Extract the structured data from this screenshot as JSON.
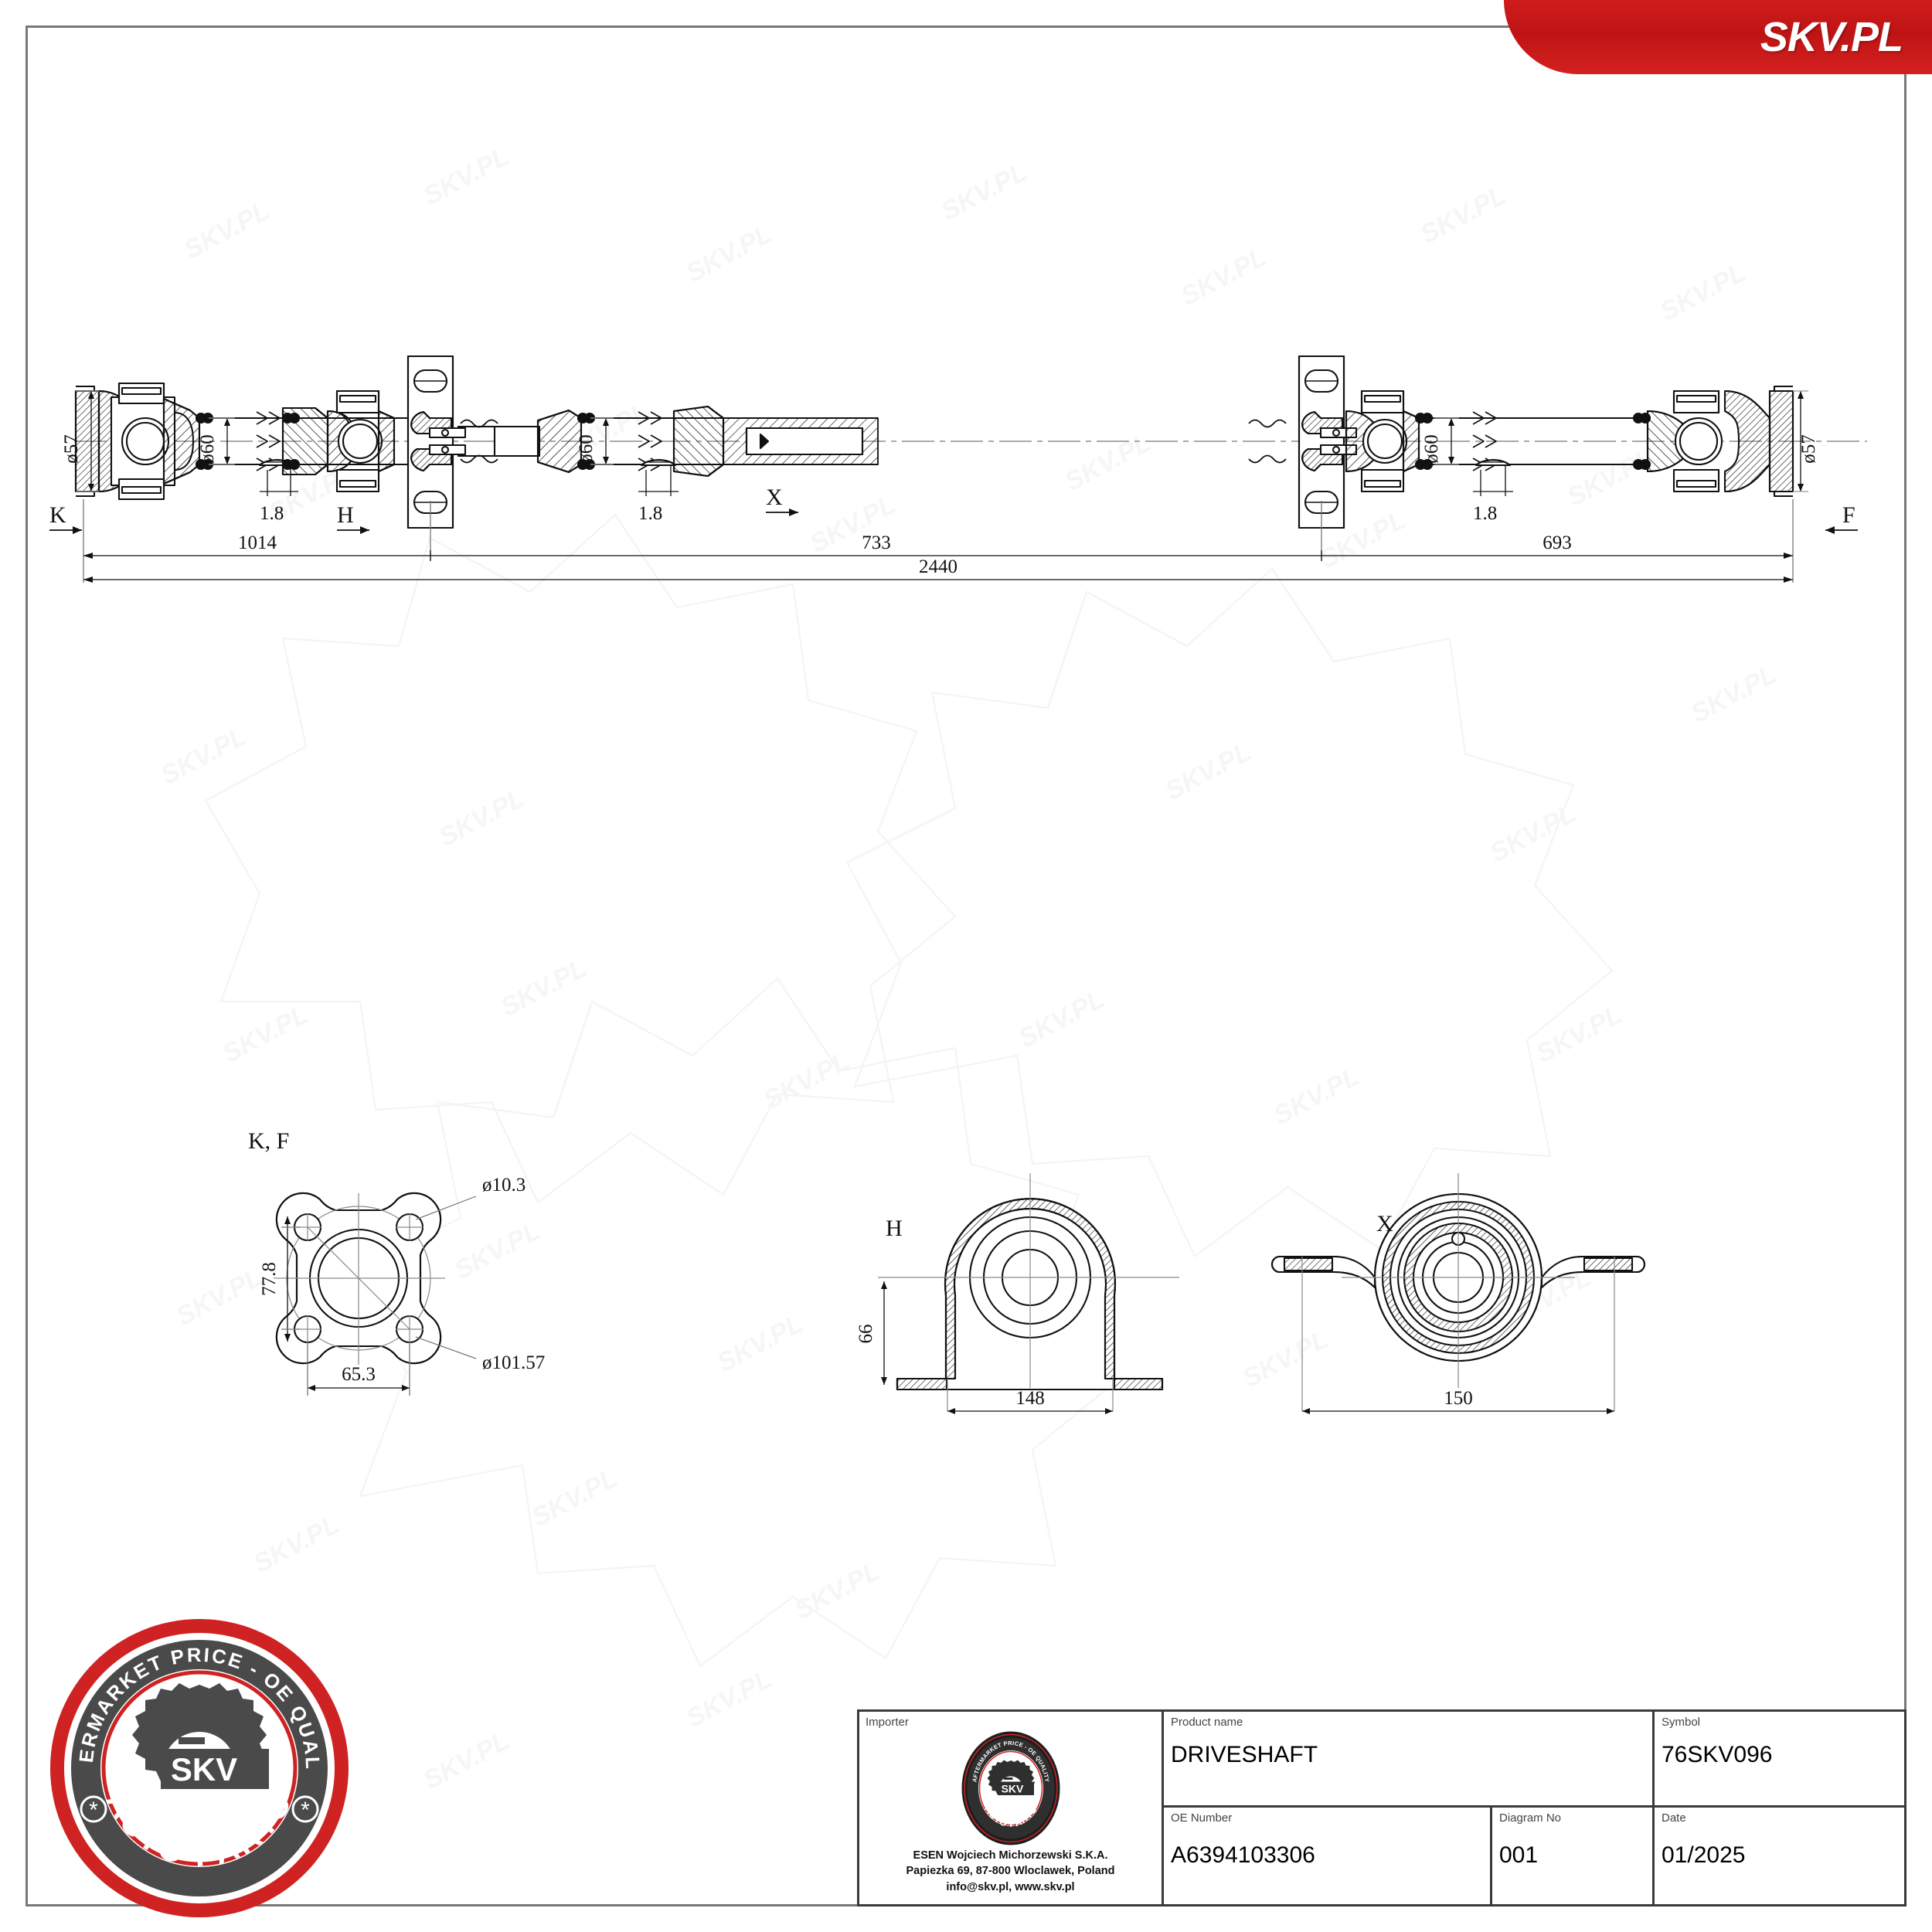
{
  "header": {
    "brand_logo_text": "SKV.PL",
    "brand_red": "#c41b1b"
  },
  "badge": {
    "top_arc_text": "AFTERMARKET PRICE - OE QUALITY",
    "bottom_arc_text": "AUTO PARTS",
    "center_text": "SKV",
    "ring_red": "#cf2222",
    "ring_dark": "#4a4a4a"
  },
  "title_block": {
    "importer_label": "Importer",
    "importer_name": "ESEN Wojciech Michorzewski S.K.A.",
    "importer_address": "Papiezka 69, 87-800 Wloclawek, Poland",
    "importer_contact": "info@skv.pl, www.skv.pl",
    "importer_seal_text": "SKV",
    "product_name_label": "Product name",
    "product_name_value": "DRIVESHAFT",
    "symbol_label": "Symbol",
    "symbol_value": "76SKV096",
    "oe_number_label": "OE Number",
    "oe_number_value": "A6394103306",
    "diagram_no_label": "Diagram No",
    "diagram_no_value": "001",
    "date_label": "Date",
    "date_value": "01/2025"
  },
  "drawing": {
    "title": "DRIVESHAFT assembly technical drawing",
    "view_labels": {
      "k": "K",
      "f": "F",
      "h": "H",
      "x": "X",
      "kf_detail": "K, F",
      "h_detail": "H",
      "x_detail": "X"
    },
    "main_view_dimensions": [
      {
        "name": "left-flange-diameter",
        "text": "ø57",
        "value": 57,
        "unit": "mm"
      },
      {
        "name": "left-tube-diameter",
        "text": "ø60",
        "value": 60,
        "unit": "mm"
      },
      {
        "name": "left-wall-thickness",
        "text": "1.8",
        "value": 1.8,
        "unit": "mm"
      },
      {
        "name": "mid-tube-diameter",
        "text": "ø60",
        "value": 60,
        "unit": "mm"
      },
      {
        "name": "mid-wall-thickness",
        "text": "1.8",
        "value": 1.8,
        "unit": "mm"
      },
      {
        "name": "right-tube-diameter",
        "text": "ø60",
        "value": 60,
        "unit": "mm"
      },
      {
        "name": "right-wall-thickness",
        "text": "1.8",
        "value": 1.8,
        "unit": "mm"
      },
      {
        "name": "right-flange-diameter",
        "text": "ø57",
        "value": 57,
        "unit": "mm"
      }
    ],
    "length_dimensions": [
      {
        "name": "section-1-length",
        "text": "1014",
        "value": 1014,
        "unit": "mm"
      },
      {
        "name": "section-2-length",
        "text": "733",
        "value": 733,
        "unit": "mm"
      },
      {
        "name": "section-3-length",
        "text": "693",
        "value": 693,
        "unit": "mm"
      },
      {
        "name": "overall-length",
        "text": "2440",
        "value": 2440,
        "unit": "mm"
      }
    ],
    "detail_kf": {
      "label": "K, F",
      "bolt_hole_diameter": "ø10.3",
      "bolt_circle_diameter": "ø101.57",
      "height": "77.8",
      "width": "65.3"
    },
    "detail_h": {
      "label": "H",
      "height": "66",
      "width": "148"
    },
    "detail_x": {
      "label": "X",
      "width": "150"
    }
  }
}
